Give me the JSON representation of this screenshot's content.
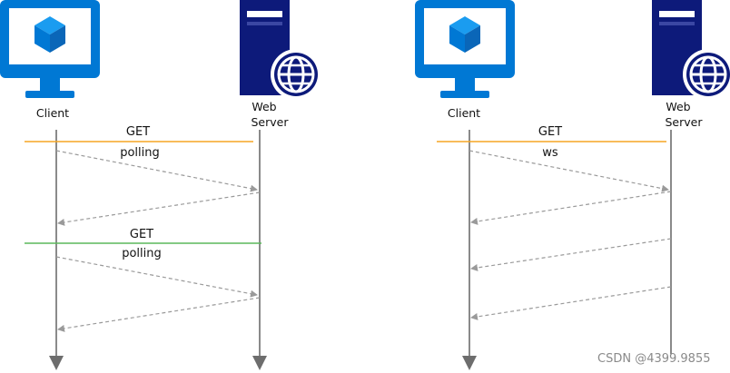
{
  "left_panel": {
    "client_label": "Client",
    "server_label_line1": "Web",
    "server_label_line2": "Server",
    "request1": {
      "method": "GET",
      "note": "polling"
    },
    "request2": {
      "method": "GET",
      "note": "polling"
    }
  },
  "right_panel": {
    "client_label": "Client",
    "server_label_line1": "Web",
    "server_label_line2": "Server",
    "request1": {
      "method": "GET",
      "note": "ws"
    }
  },
  "watermark": "CSDN @4399.9855",
  "icons": [
    "monitor-cube-icon",
    "server-globe-icon"
  ],
  "colors": {
    "brand_blue": "#0078d4",
    "server_navy": "#0d1a7a",
    "orange_line": "#f5a623",
    "green_line": "#5cb85c",
    "lifeline": "#6d6d6d",
    "dashed": "#9a9a9a"
  }
}
